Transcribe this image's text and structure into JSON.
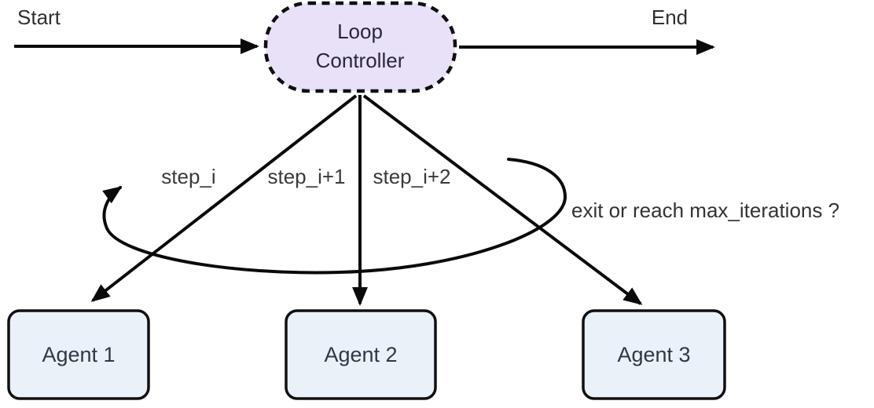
{
  "diagram": {
    "kind": "flowchart-loop-controller",
    "background": "#ffffff",
    "colors": {
      "edge_line": "#0a0a0a",
      "controller_fill": "#e8e1f8",
      "controller_border": "#0f0f0f",
      "controller_text": "#2a2540",
      "agent_fill": "#ebf1f9",
      "agent_border": "#101010",
      "agent_text": "#2f3847",
      "label_text": "#3a3a3a",
      "terminal_text": "#2e2e33"
    },
    "terminals": {
      "start_label": "Start",
      "end_label": "End"
    },
    "controller": {
      "label_line1": "Loop",
      "label_line2": "Controller",
      "border_style": "dashed"
    },
    "edge_labels": {
      "step1": "step_i",
      "step2": "step_i+1",
      "step3": "step_i+2",
      "loop_condition": "exit or reach max_iterations ?"
    },
    "agents": [
      {
        "label": "Agent 1"
      },
      {
        "label": "Agent 2"
      },
      {
        "label": "Agent 3"
      }
    ]
  }
}
